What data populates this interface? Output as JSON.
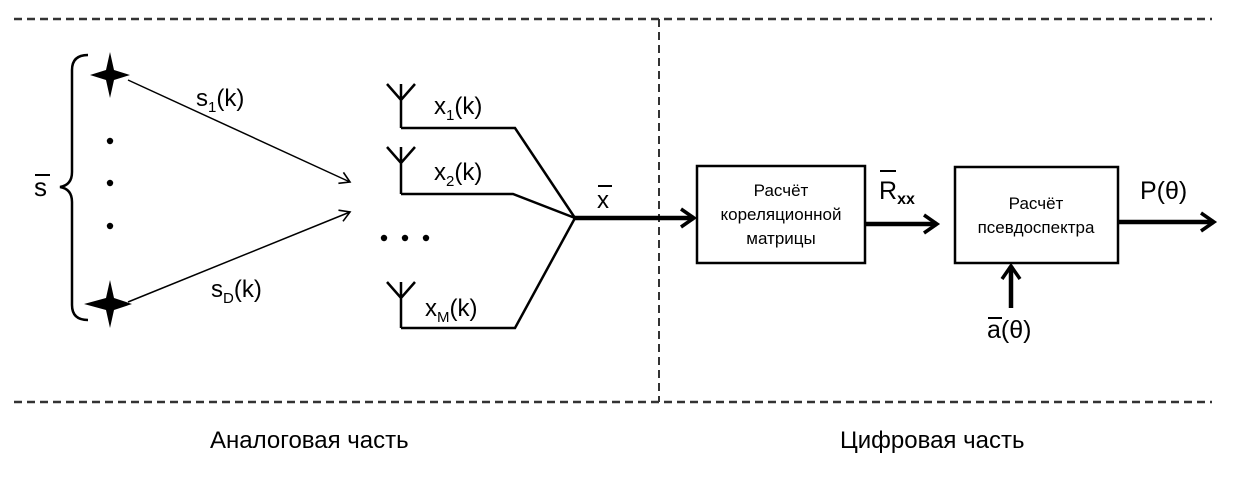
{
  "sections": {
    "analog": "Аналоговая часть",
    "digital": "Цифровая часть"
  },
  "sources": {
    "vector_label": "s",
    "signal_1": {
      "base": "s",
      "sub": "1",
      "arg": "(k)"
    },
    "signal_D": {
      "base": "s",
      "sub": "D",
      "arg": "(k)"
    }
  },
  "antennas": [
    {
      "base": "x",
      "sub": "1",
      "arg": "(k)"
    },
    {
      "base": "x",
      "sub": "2",
      "arg": "(k)"
    },
    {
      "base": "x",
      "sub": "M",
      "arg": "(k)"
    }
  ],
  "bus_label": "x",
  "blocks": {
    "correlation": {
      "lines": [
        "Расчёт",
        "кореляционной",
        "матрицы"
      ]
    },
    "pseudospectrum": {
      "lines": [
        "Расчёт",
        "псевдоспектра"
      ]
    }
  },
  "signals": {
    "rxx": {
      "base": "R",
      "sub": "xx"
    },
    "steering": {
      "base": "a",
      "arg": "(θ)"
    },
    "output": "P(θ)"
  }
}
